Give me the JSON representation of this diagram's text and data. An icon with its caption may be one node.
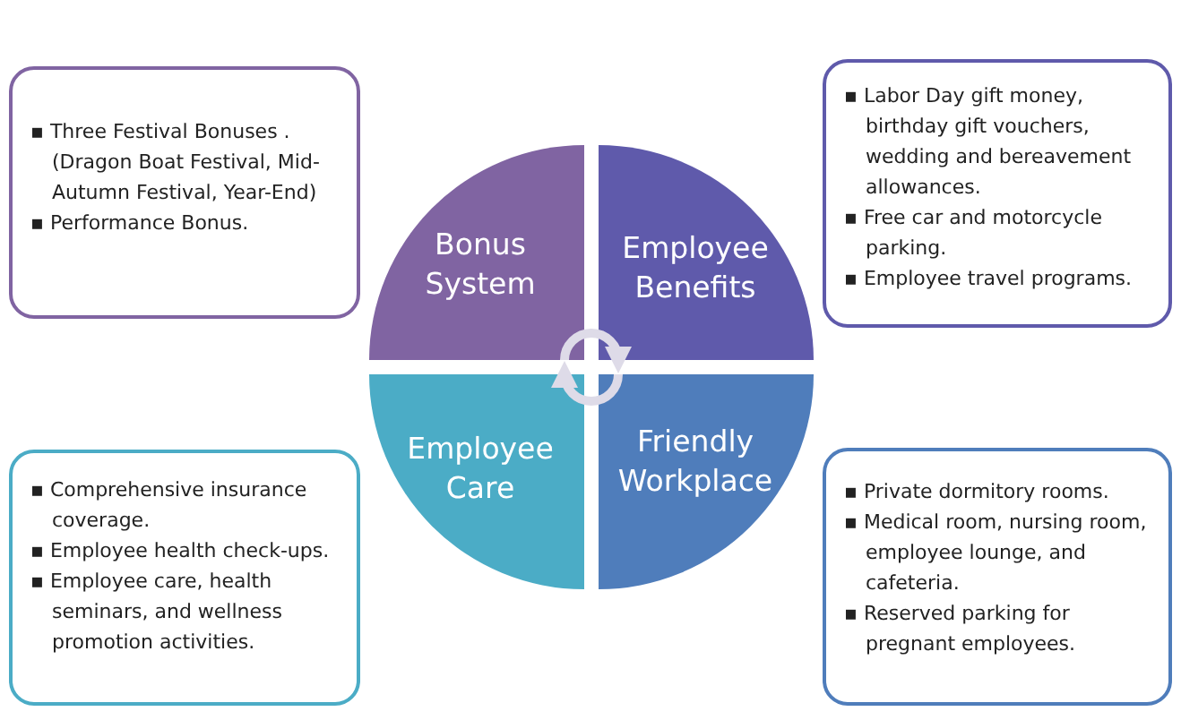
{
  "diagram": {
    "nodes": [
      {
        "text": [
          "▪ Three Festival Bonuses .(Dragon Boat Festival, Mid-Autumn Festival, Year-End)",
          "▪ Performance Bonus."
        ]
      },
      {
        "text": [
          "Bonus System"
        ]
      },
      {
        "text": [
          "Employee Benefits"
        ]
      },
      {
        "text": [
          "▪ Labor Day gift money, birthday gift vouchers, wedding and bereavement allowances.",
          "▪ Free car and motorcycle parking.",
          "▪ Employee travel programs."
        ]
      },
      {
        "text": [
          "▪ Comprehensive insurance coverage.",
          "▪ Employee health check-ups.",
          "▪ Employee care, health seminars, and wellness promotion activities."
        ]
      },
      {
        "text": [
          "Employee Care"
        ]
      },
      {
        "text": [
          "Friendly Workplace"
        ]
      },
      {
        "text": [
          "▪ Private dormitory rooms.",
          "▪ Medical room, nursing room, employee lounge, and cafeteria.",
          "▪ Reserved parking for pregnant employees."
        ]
      }
    ],
    "edges": [
      {
        "from": 1,
        "to": 2,
        "arrow": "to"
      },
      {
        "from": 6,
        "to": 5,
        "arrow": "to"
      }
    ]
  }
}
